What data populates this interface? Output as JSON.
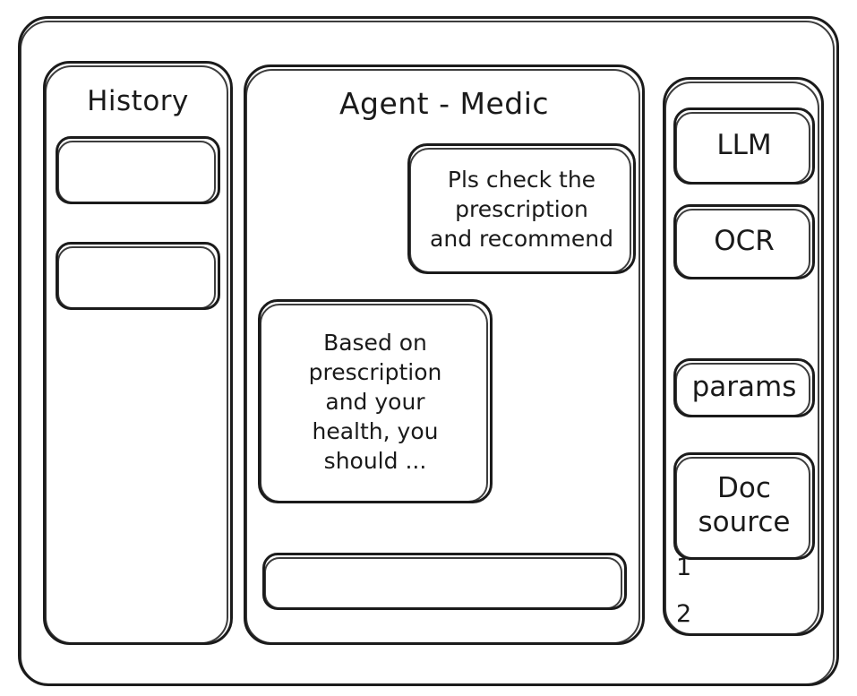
{
  "window": {
    "frame_name": "app-window"
  },
  "sidebar": {
    "title": "History",
    "items": [
      {
        "label": ""
      },
      {
        "label": ""
      }
    ]
  },
  "main": {
    "title": "Agent - Medic",
    "messages": [
      {
        "role": "user",
        "text": "Pls check the\nprescription\nand recommend"
      },
      {
        "role": "assistant",
        "text": "Based on\nprescription\nand your\nhealth, you\nshould ..."
      }
    ],
    "composer": {
      "value": "",
      "placeholder": ""
    }
  },
  "tools": {
    "items": [
      {
        "label": "LLM"
      },
      {
        "label": "OCR"
      },
      {
        "label": "params"
      },
      {
        "label": "Doc\nsource"
      }
    ],
    "doc_source_entries": [
      "1",
      "2"
    ]
  },
  "colors": {
    "ink": "#1b1b1b",
    "background": "#ffffff"
  }
}
